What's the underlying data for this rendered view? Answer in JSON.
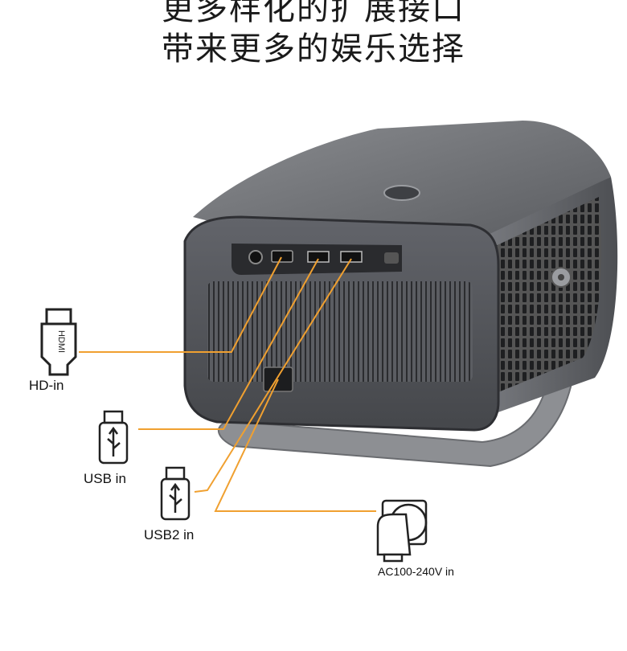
{
  "header": {
    "line1": "更多样化的扩展接口",
    "line2": "带来更多的娱乐选择"
  },
  "ports": [
    {
      "icon": "hdmi-icon",
      "label": "HD-in",
      "icon_text": "HDMI"
    },
    {
      "icon": "usb-icon",
      "label": "USB in"
    },
    {
      "icon": "usb-icon",
      "label": "USB2 in"
    },
    {
      "icon": "power-plug-icon",
      "label": "AC100-240V in"
    }
  ],
  "colors": {
    "connector_line": "#f0a030",
    "device_body": "#6e7075",
    "device_dark": "#3a3c40"
  }
}
